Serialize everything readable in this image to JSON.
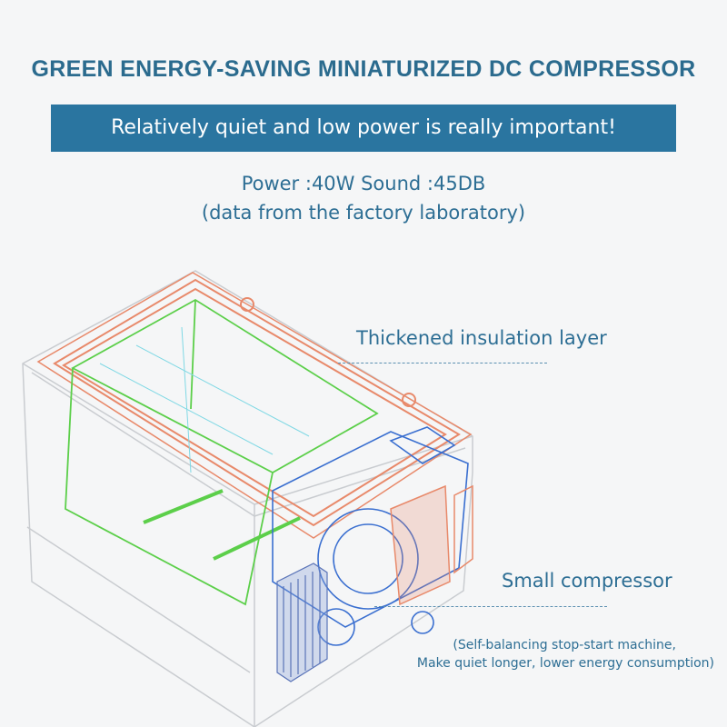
{
  "headline": "GREEN ENERGY-SAVING MINIATURIZED DC COMPRESSOR",
  "banner": "Relatively quiet and low power is really important!",
  "spec": {
    "line1": "Power :40W Sound :45DB",
    "line2": "(data from the factory laboratory)"
  },
  "callouts": {
    "insulation": "Thickened insulation layer",
    "compressor": "Small compressor",
    "note_line1": "(Self-balancing stop-start machine,",
    "note_line2": "Make quiet longer, lower energy consumption)"
  },
  "colors": {
    "accent": "#2a75a0",
    "text": "#2d6e94",
    "insulation": "#e8896a",
    "inner": "#5ccf4a",
    "compressor": "#3a6fd0"
  }
}
